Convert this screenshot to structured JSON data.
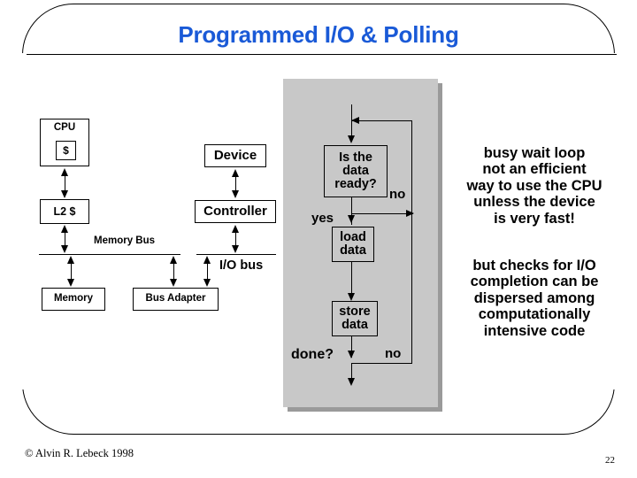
{
  "slide": {
    "title": "Programmed I/O & Polling",
    "title_color": "#1a5ad7",
    "page_number": "22",
    "copyright": "© Alvin R. Lebeck 1998"
  },
  "system_diagram": {
    "boxes": [
      {
        "id": "cpu",
        "label": "CPU"
      },
      {
        "id": "cache",
        "label": "$"
      },
      {
        "id": "l2",
        "label": "L2 $"
      },
      {
        "id": "memory",
        "label": "Memory"
      },
      {
        "id": "bus_adapter",
        "label": "Bus Adapter"
      },
      {
        "id": "device",
        "label": "Device"
      },
      {
        "id": "controller",
        "label": "Controller"
      }
    ],
    "bus_labels": [
      {
        "id": "memory_bus",
        "label": "Memory Bus"
      },
      {
        "id": "io_bus",
        "label": "I/O bus"
      }
    ]
  },
  "flowchart": {
    "panel_color": "#c8c8c8",
    "shadow_color": "#9a9a9a",
    "nodes": [
      {
        "id": "check",
        "label": "Is the\ndata\nready?"
      },
      {
        "id": "load",
        "label": "load\ndata"
      },
      {
        "id": "store",
        "label": "store\ndata"
      }
    ],
    "edge_labels": [
      {
        "id": "no_ready",
        "label": "no"
      },
      {
        "id": "yes_ready",
        "label": "yes"
      },
      {
        "id": "done",
        "label": "done?"
      },
      {
        "id": "no_done",
        "label": "no"
      }
    ]
  },
  "notes": {
    "busy_wait": "busy wait loop\nnot an efficient\nway to use the CPU\nunless the device\nis very fast!",
    "dispersed": "but checks for I/O\ncompletion can be\ndispersed among\ncomputationally\nintensive code"
  }
}
